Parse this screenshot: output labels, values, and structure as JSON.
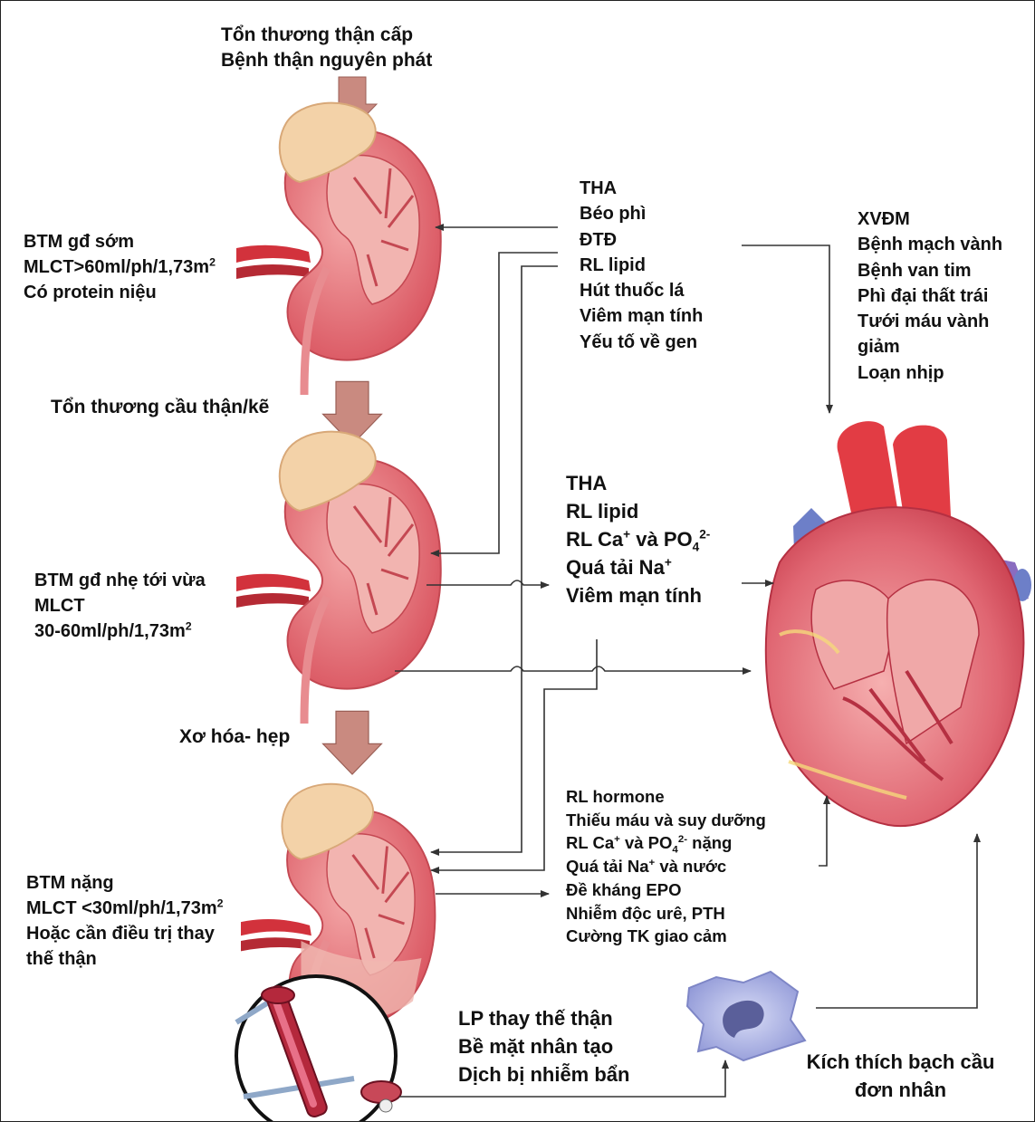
{
  "top_causes": [
    "Tổn thương thận cấp",
    "Bệnh thận nguyên phát"
  ],
  "stage1": {
    "lines": [
      "BTM gđ sớm",
      "MLCT>60ml/ph/1,73m",
      "Có protein niệu"
    ],
    "sup": "2"
  },
  "transition1": "Tổn thương cầu thận/kẽ",
  "stage2": {
    "lines": [
      "BTM gđ nhẹ tới vừa",
      "MLCT",
      "30-60ml/ph/1,73m"
    ],
    "sup": "2"
  },
  "transition2": "Xơ hóa- hẹp",
  "stage3": {
    "lines": [
      "BTM nặng",
      "MLCT <30ml/ph/1,73m",
      "Hoặc cần điều trị thay",
      "thế thận"
    ],
    "sup": "2"
  },
  "risk_group1": [
    "THA",
    "Béo phì",
    "ĐTĐ",
    "RL lipid",
    "Hút thuốc lá",
    "Viêm mạn tính",
    "Yếu tố về gen"
  ],
  "cardiac_outcomes": [
    "XVĐM",
    "Bệnh mạch vành",
    "Bệnh van tim",
    "Phì đại thất trái",
    "Tưới máu vành",
    "giảm",
    "Loạn nhịp"
  ],
  "risk_group2": {
    "tha": "THA",
    "rl_lipid": "RL lipid",
    "rl_ca_prefix": "RL Ca",
    "plus": "+",
    "va_po": " và PO",
    "sub4": "4",
    "sup2m": "2-",
    "qua_tai_na": "Quá tải Na",
    "viem": "Viêm mạn tính"
  },
  "risk_group3": {
    "rl_hormone": "RL hormone",
    "thieu_mau": "Thiếu máu và suy dưỡng",
    "rl_ca_prefix": "RL Ca",
    "plus": "+",
    "va_po": " và PO",
    "sub4": "4",
    "sup2m": "2-",
    "nang": " nặng",
    "qua_tai_na": "Quá tải Na",
    "va_nuoc": " và nước",
    "de_khang": "Đề kháng EPO",
    "nhiem_doc": "Nhiễm độc urê, PTH",
    "cuong_tk": "Cường TK giao cảm"
  },
  "dialysis_factors": [
    "LP thay thế thận",
    "Bề mặt nhân tạo",
    "Dịch bị nhiễm bẩn"
  ],
  "monocyte_label": [
    "Kích thích bạch cầu",
    "đơn nhân"
  ],
  "colors": {
    "arrow_fill": "#c98a80",
    "kidney_cortex": "#e46a72",
    "kidney_medulla": "#f2b4b0",
    "adrenal": "#f3d2a8",
    "vessel": "#d2323c",
    "heart": "#d9485a",
    "aorta": "#e23c44",
    "vein_blue": "#6d7fc8",
    "line": "#333333"
  }
}
